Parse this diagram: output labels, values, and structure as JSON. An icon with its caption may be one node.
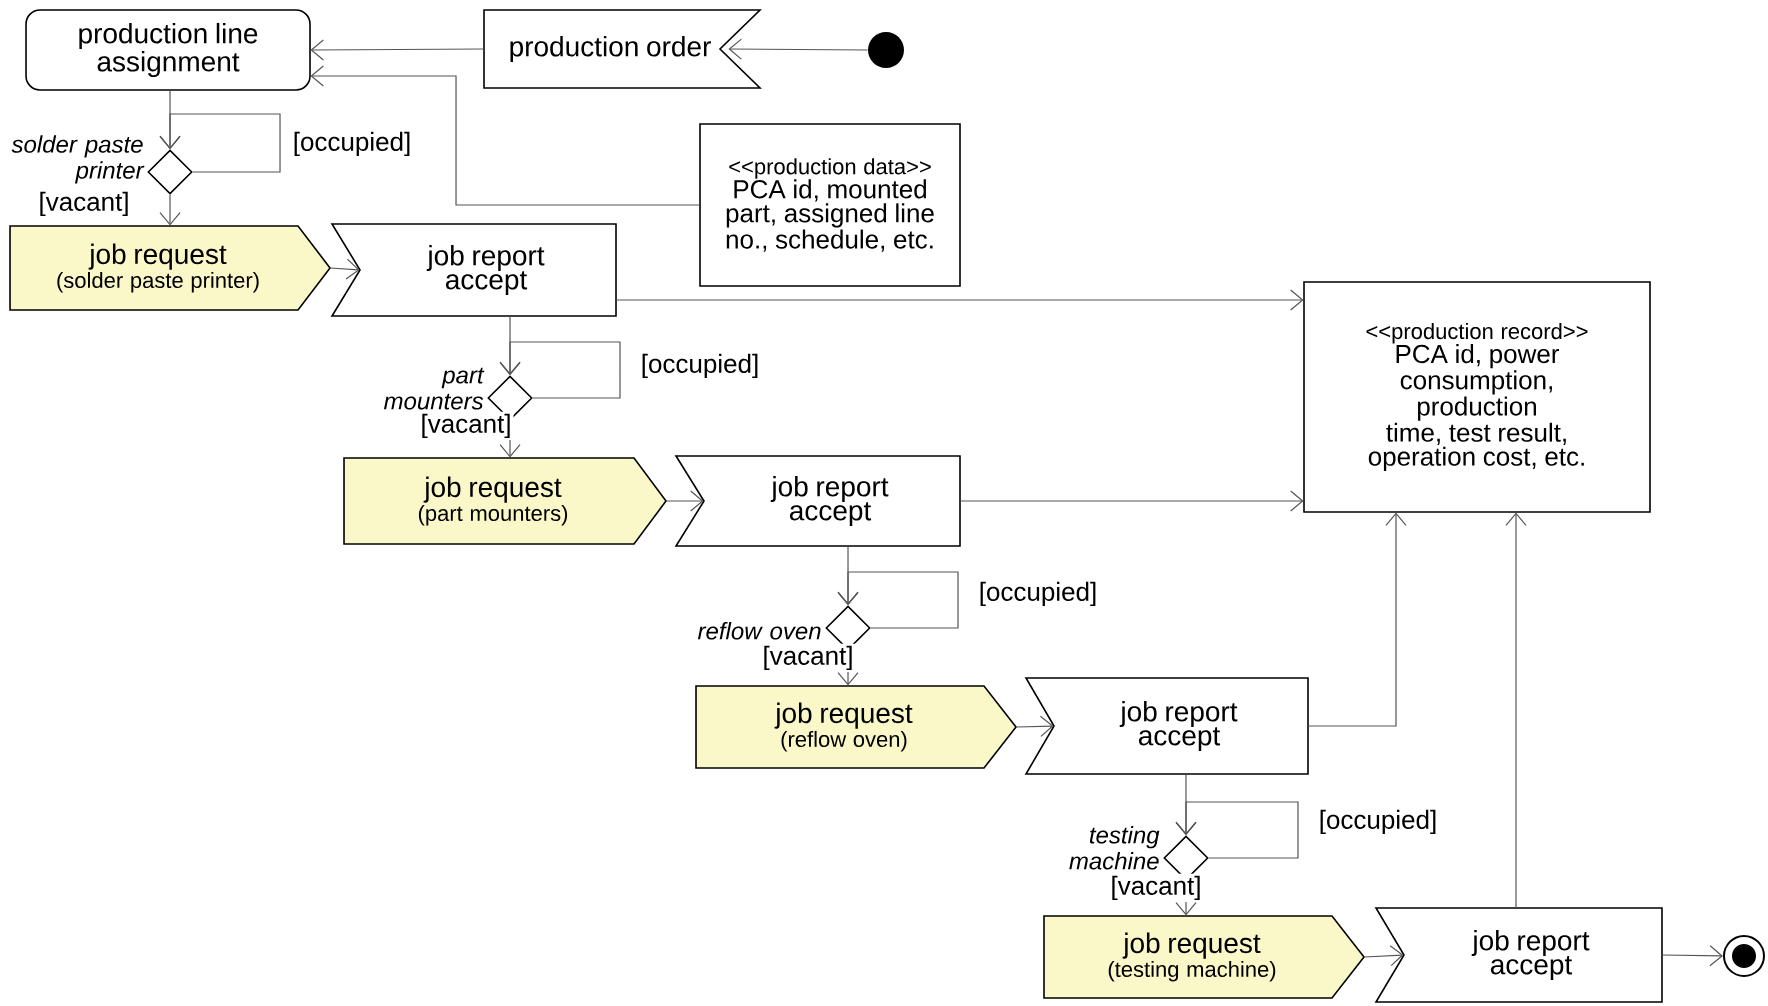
{
  "diagram": {
    "nodes": [
      {
        "text": [
          "production line assignment"
        ]
      },
      {
        "text": [
          "production order"
        ]
      },
      {
        "text": [],
        "shape": "circle"
      },
      {
        "text": [],
        "shape": "diamond",
        "beside": [
          "solder paste printer"
        ]
      },
      {
        "text": [
          "<<production data>>",
          "PCA id, mounted part, assigned line no., schedule, etc."
        ]
      },
      {
        "text": [
          "job request",
          "(solder paste printer)"
        ]
      },
      {
        "text": [
          "job report accept"
        ]
      },
      {
        "text": [
          "<<production record>>",
          "PCA id, power consumption, production time, test result, operation cost, etc."
        ]
      },
      {
        "text": [],
        "shape": "diamond",
        "beside": [
          "part mounters"
        ]
      },
      {
        "text": [
          "job request",
          "(part mounters)"
        ]
      },
      {
        "text": [
          "job report accept"
        ]
      },
      {
        "text": [],
        "shape": "diamond",
        "beside": [
          "reflow oven"
        ]
      },
      {
        "text": [
          "job request",
          "(reflow oven)"
        ]
      },
      {
        "text": [
          "job report accept"
        ]
      },
      {
        "text": [],
        "shape": "diamond",
        "beside": [
          "testing machine"
        ]
      },
      {
        "text": [
          "job request",
          "(testing machine)"
        ]
      },
      {
        "text": [
          "job report accept"
        ]
      },
      {
        "text": [],
        "shape": "bullseye"
      }
    ],
    "edges": [
      {
        "from": 1,
        "to": 0,
        "arrow": "to"
      },
      {
        "from": 2,
        "to": 1,
        "arrow": "to"
      },
      {
        "from": 4,
        "to": 0,
        "arrow": "to"
      },
      {
        "from": 0,
        "to": 3,
        "arrow": "to"
      },
      {
        "from": 3,
        "to": 3,
        "arrow": "to",
        "label": "[occupied]"
      },
      {
        "from": 3,
        "to": 5,
        "arrow": "to",
        "label": "[vacant]"
      },
      {
        "from": 5,
        "to": 6,
        "arrow": "to"
      },
      {
        "from": 6,
        "to": 7,
        "arrow": "to"
      },
      {
        "from": 6,
        "to": 8,
        "arrow": "to"
      },
      {
        "from": 8,
        "to": 8,
        "arrow": "to",
        "label": "[occupied]"
      },
      {
        "from": 8,
        "to": 9,
        "arrow": "to",
        "label": "[vacant]"
      },
      {
        "from": 9,
        "to": 10,
        "arrow": "to"
      },
      {
        "from": 10,
        "to": 7,
        "arrow": "to"
      },
      {
        "from": 10,
        "to": 11,
        "arrow": "to"
      },
      {
        "from": 11,
        "to": 11,
        "arrow": "to",
        "label": "[occupied]"
      },
      {
        "from": 11,
        "to": 12,
        "arrow": "to",
        "label": "[vacant]"
      },
      {
        "from": 12,
        "to": 13,
        "arrow": "to"
      },
      {
        "from": 13,
        "to": 7,
        "arrow": "to"
      },
      {
        "from": 13,
        "to": 14,
        "arrow": "to"
      },
      {
        "from": 14,
        "to": 14,
        "arrow": "to",
        "label": "[occupied]"
      },
      {
        "from": 14,
        "to": 15,
        "arrow": "to",
        "label": "[vacant]"
      },
      {
        "from": 15,
        "to": 16,
        "arrow": "to"
      },
      {
        "from": 16,
        "to": 7,
        "arrow": "to"
      },
      {
        "from": 16,
        "to": 17,
        "arrow": "to"
      }
    ]
  }
}
